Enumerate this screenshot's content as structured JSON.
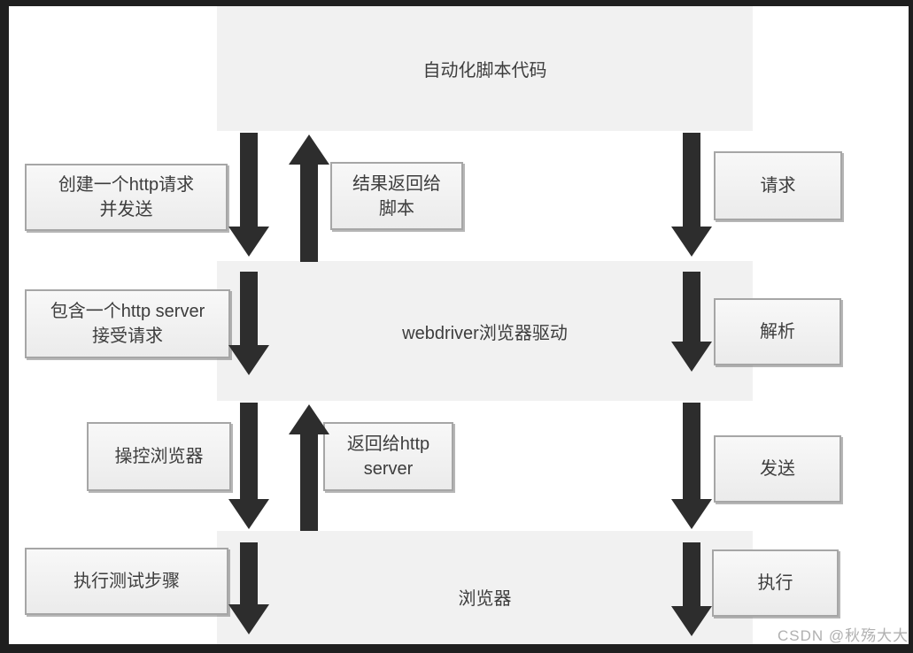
{
  "diagram": {
    "tiers": [
      {
        "id": "script",
        "label": "自动化脚本代码"
      },
      {
        "id": "webdriver",
        "label": "webdriver浏览器驱动"
      },
      {
        "id": "browser",
        "label": "浏览器"
      }
    ],
    "nodes": {
      "create_request": {
        "label": "创建一个http请求\n并发送"
      },
      "result_to_script": {
        "label": "结果返回给\n脚本"
      },
      "request": {
        "label": "请求"
      },
      "http_server": {
        "label": "包含一个http server\n接受请求"
      },
      "parse": {
        "label": "解析"
      },
      "control_browser": {
        "label": "操控浏览器"
      },
      "return_to_http_server": {
        "label": "返回给http\nserver"
      },
      "send": {
        "label": "发送"
      },
      "execute_test_steps": {
        "label": "执行测试步骤"
      },
      "execute": {
        "label": "执行"
      }
    },
    "colors": {
      "frame": "#1f1f1f",
      "band_bg": "#f1f1f1",
      "node_border": "#a6a6a6",
      "arrow": "#2d2d2d",
      "text": "#3d3d3d",
      "watermark": "#b0b0b0"
    }
  },
  "watermark": {
    "text": "CSDN @秋殇大大"
  }
}
